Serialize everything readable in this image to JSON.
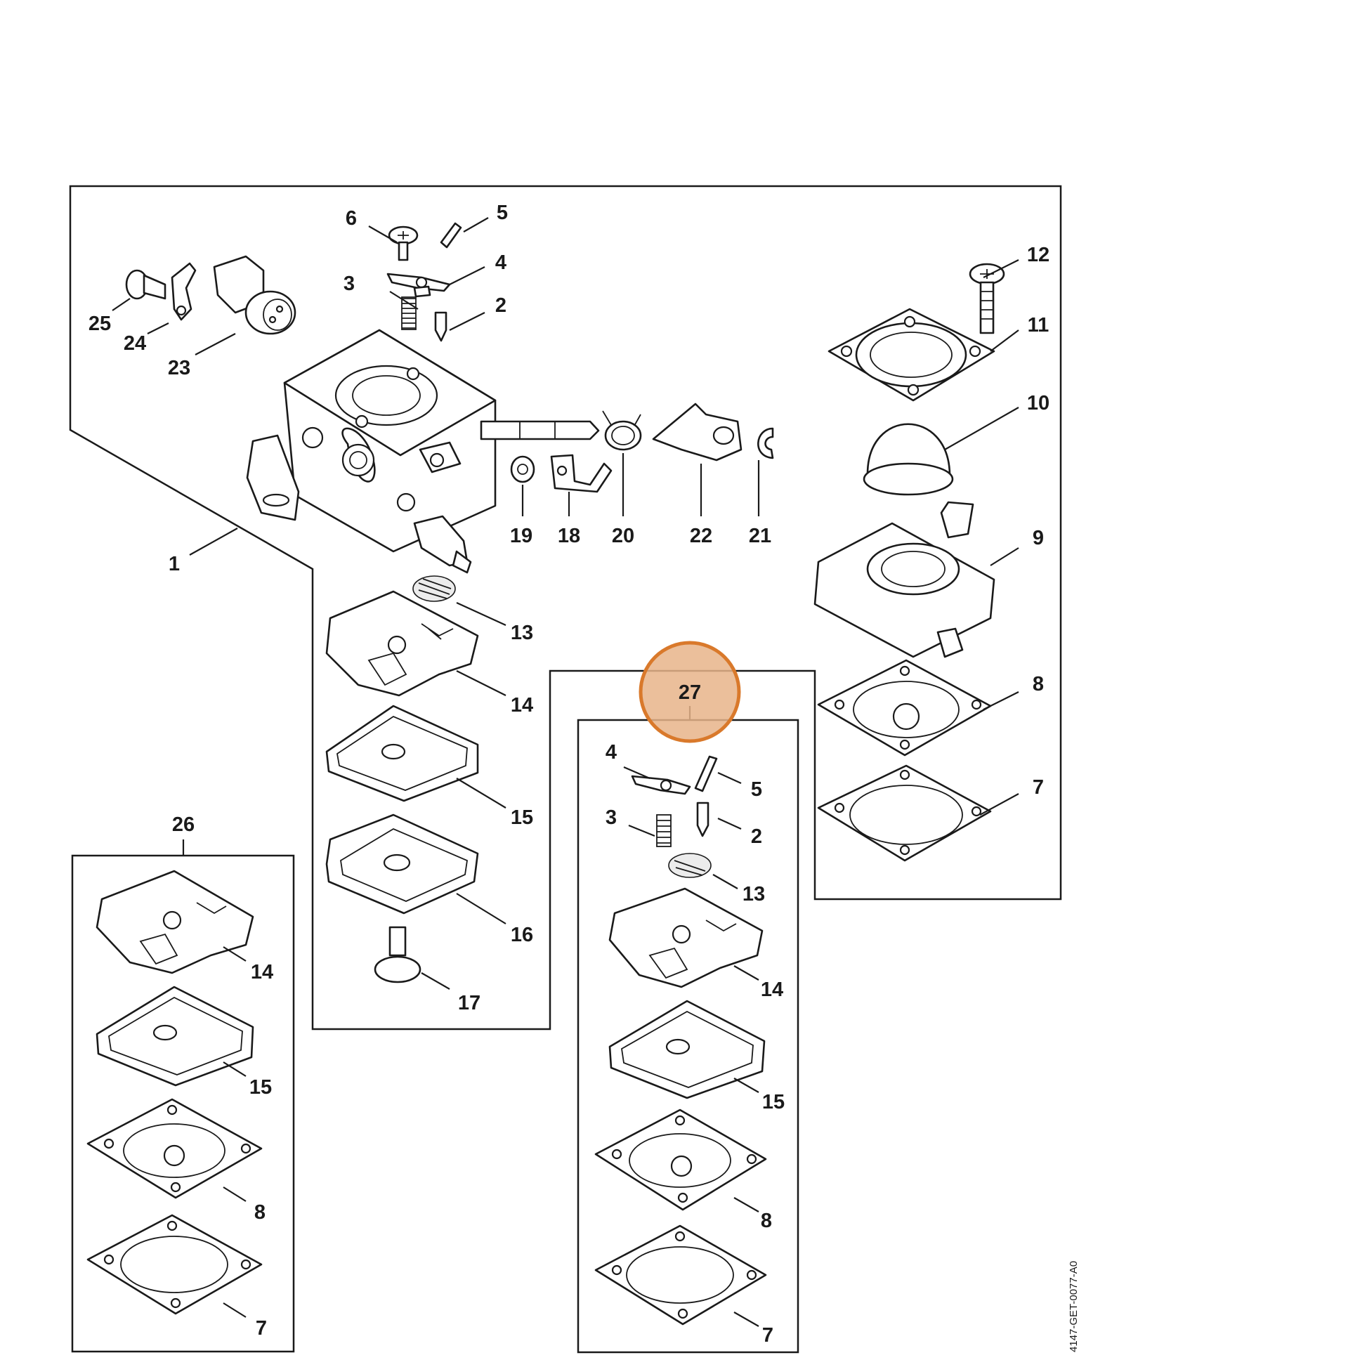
{
  "document_id": "4147-GET-0077-A0",
  "highlight": {
    "label": "27",
    "fill": "#e8b48a",
    "stroke": "#d9792b"
  },
  "labels": {
    "main": {
      "p1": "1",
      "p2": "2",
      "p3": "3",
      "p4": "4",
      "p5": "5",
      "p6": "6",
      "p7": "7",
      "p8": "8",
      "p9": "9",
      "p10": "10",
      "p11": "11",
      "p12": "12",
      "p13": "13",
      "p14": "14",
      "p15": "15",
      "p16": "16",
      "p17": "17",
      "p18": "18",
      "p19": "19",
      "p20": "20",
      "p21": "21",
      "p22": "22",
      "p23": "23",
      "p24": "24",
      "p25": "25"
    },
    "kit26": {
      "title": "26",
      "p14": "14",
      "p15": "15",
      "p8": "8",
      "p7": "7"
    },
    "kit27": {
      "p4": "4",
      "p5": "5",
      "p3": "3",
      "p2": "2",
      "p13": "13",
      "p14": "14",
      "p15": "15",
      "p8": "8",
      "p7": "7"
    }
  }
}
